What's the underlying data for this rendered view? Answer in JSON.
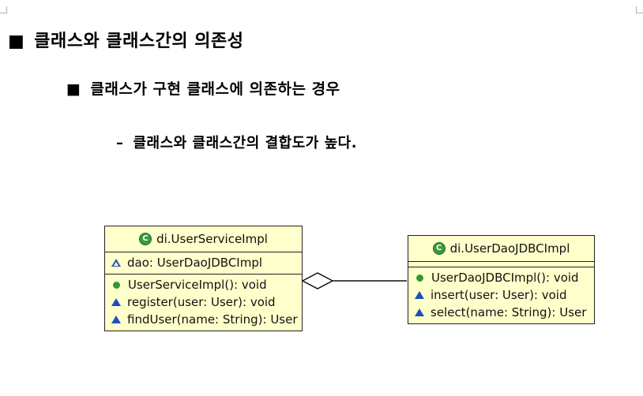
{
  "slide": {
    "heading1": {
      "bullet": "■",
      "text": "클래스와 클래스간의 의존성"
    },
    "heading2": {
      "bullet": "■",
      "text": "클래스가 구현 클래스에 의존하는 경우"
    },
    "heading3": {
      "bullet": "–",
      "text": "클래스와 클래스간의 결합도가 높다."
    }
  },
  "diagram": {
    "service": {
      "name": "di.UserServiceImpl",
      "attributes": [
        {
          "text": "dao: UserDaoJDBCImpl",
          "icon": "package-visibility-icon"
        }
      ],
      "operations": [
        {
          "text": "UserServiceImpl(): void",
          "icon": "public-constructor-icon"
        },
        {
          "text": "register(user: User): void",
          "icon": "public-method-icon"
        },
        {
          "text": "findUser(name: String): User",
          "icon": "public-method-icon"
        }
      ]
    },
    "dao": {
      "name": "di.UserDaoJDBCImpl",
      "operations": [
        {
          "text": "UserDaoJDBCImpl(): void",
          "icon": "public-constructor-icon"
        },
        {
          "text": "insert(user: User): void",
          "icon": "public-method-icon"
        },
        {
          "text": "select(name: String): User",
          "icon": "public-method-icon"
        }
      ]
    },
    "relationship": "aggregation",
    "class_icon_glyph": "C",
    "colors": {
      "class_fill": "#ffffcc",
      "class_icon": "#3a9a3a",
      "method_icon": "#1f4fbf"
    }
  }
}
